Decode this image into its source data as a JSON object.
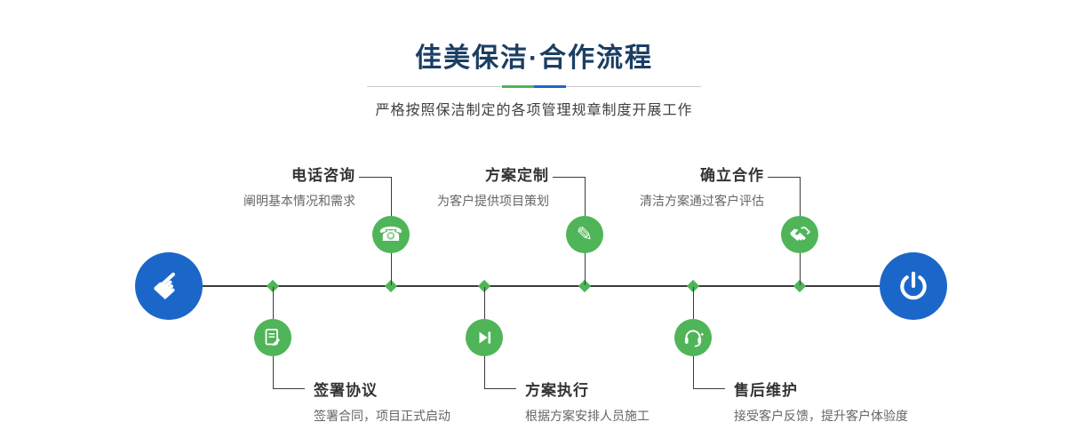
{
  "header": {
    "title": "佳美保洁·合作流程",
    "subtitle": "严格按照保洁制定的各项管理规章制度开展工作"
  },
  "colors": {
    "green": "#4fb558",
    "blue": "#1b67c9",
    "title_navy": "#1b3e63",
    "line": "#3b3b3b"
  },
  "icons": {
    "start": "hand-like-icon",
    "end": "power-icon",
    "hand_glyph": "☛",
    "phone_glyph": "☎",
    "pencil_glyph": "✎"
  },
  "steps": {
    "top": [
      {
        "title": "电话咨询",
        "desc": "阐明基本情况和需求",
        "icon": "phone-icon"
      },
      {
        "title": "方案定制",
        "desc": "为客户提供项目策划",
        "icon": "pencil-icon"
      },
      {
        "title": "确立合作",
        "desc": "清洁方案通过客户评估",
        "icon": "handshake-icon"
      }
    ],
    "bottom": [
      {
        "title": "签署协议",
        "desc": "签署合同，项目正式启动",
        "icon": "contract-icon"
      },
      {
        "title": "方案执行",
        "desc": "根据方案安排人员施工",
        "icon": "play-next-icon"
      },
      {
        "title": "售后维护",
        "desc": "接受客户反馈，提升客户体验度",
        "icon": "headset-icon"
      }
    ]
  }
}
